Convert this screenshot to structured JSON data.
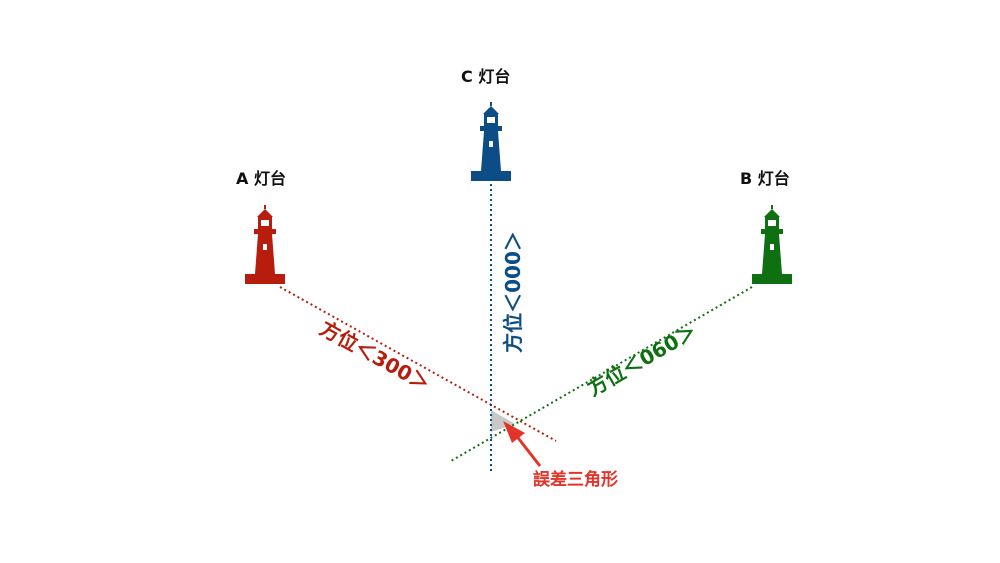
{
  "lighthouses": {
    "a": {
      "label": "A 灯台",
      "color": "#b81c0c"
    },
    "b": {
      "label": "B 灯台",
      "color": "#0f7012"
    },
    "c": {
      "label": "C 灯台",
      "color": "#0d4d85"
    }
  },
  "bearings": {
    "a": "方位＜300＞",
    "b": "方位＜060＞",
    "c": "方位＜000＞"
  },
  "error_triangle": {
    "label": "誤差三角形",
    "label_color": "#e3342a",
    "fill": "#c8c8c8"
  }
}
